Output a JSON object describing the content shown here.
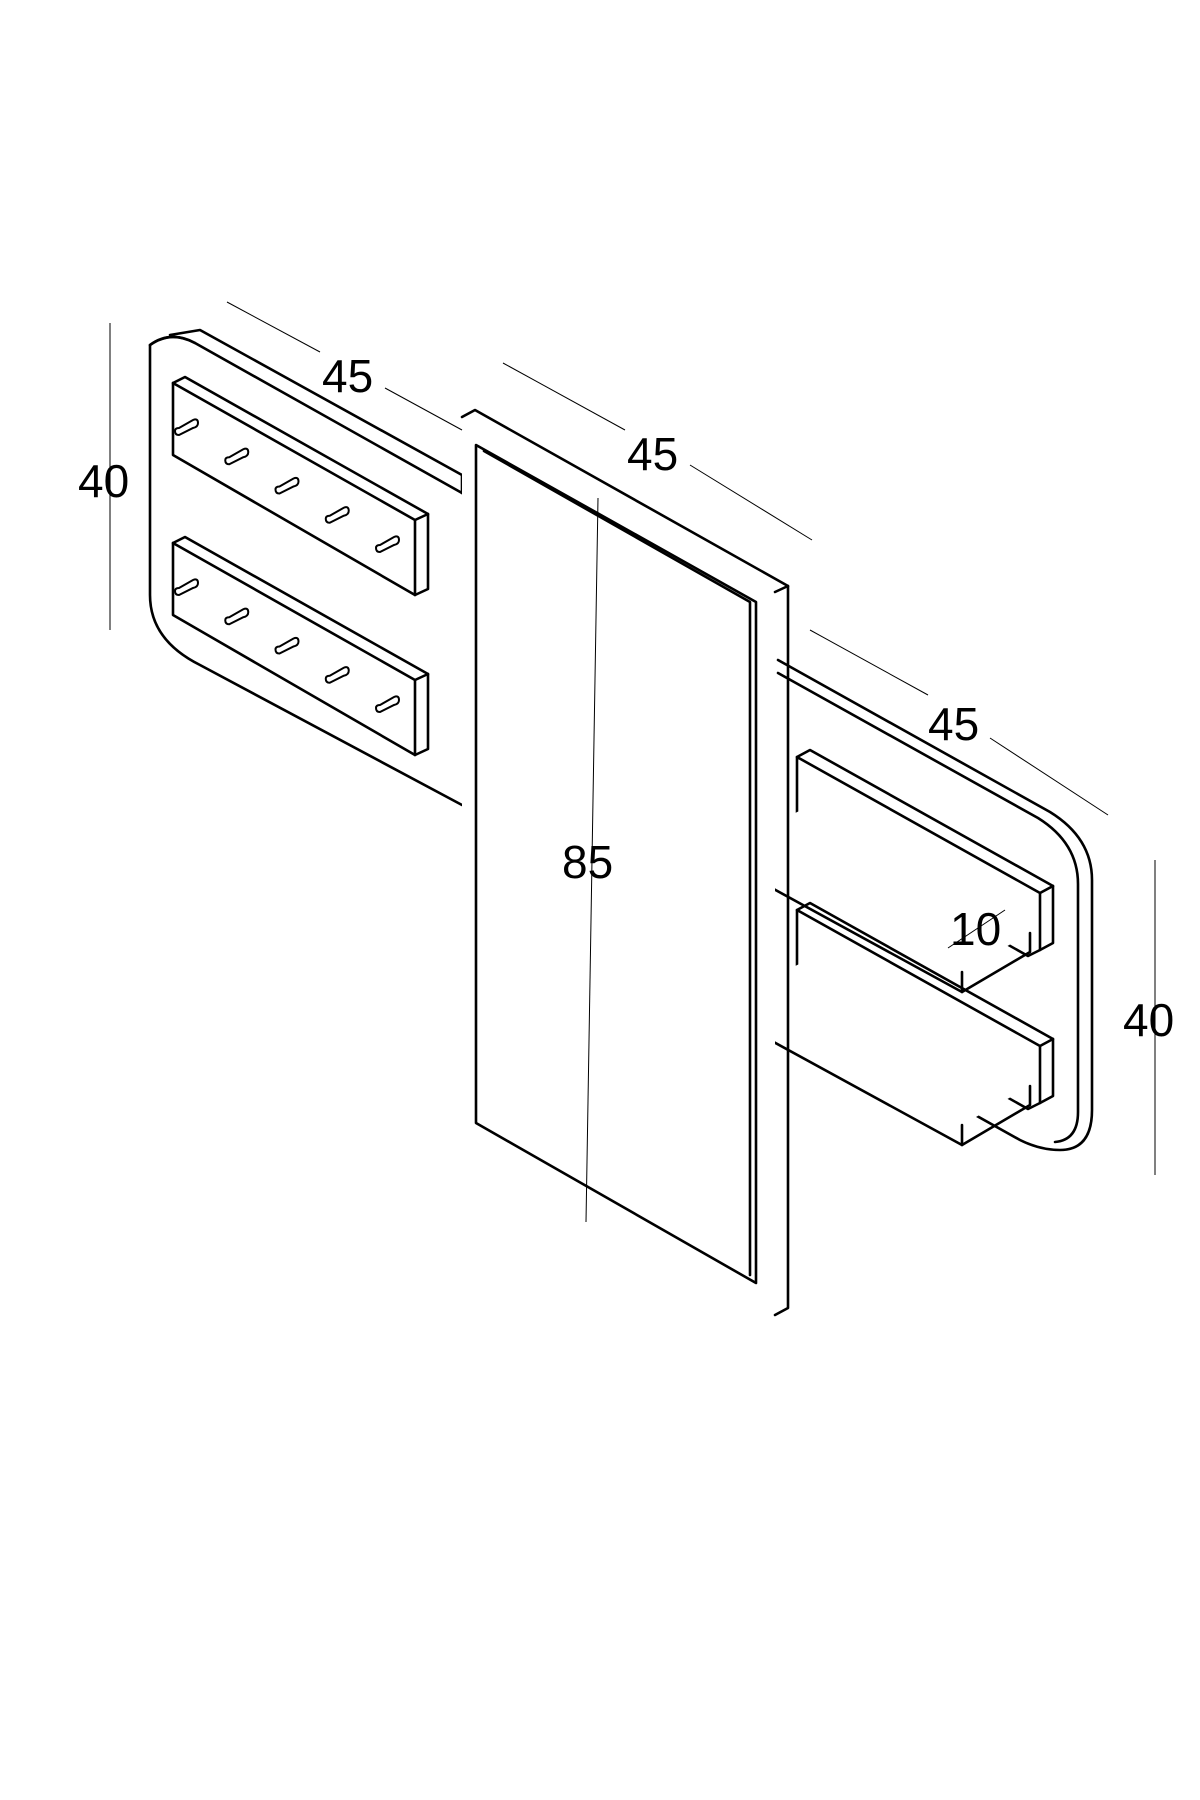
{
  "dimensions": {
    "left_panel_width": "45",
    "left_panel_height": "40",
    "mirror_width": "45",
    "mirror_height": "85",
    "right_panel_width": "45",
    "right_panel_height": "40",
    "shelf_depth": "10"
  },
  "colors": {
    "line": "#000000",
    "background": "#ffffff"
  },
  "hooks_per_rail": 5
}
